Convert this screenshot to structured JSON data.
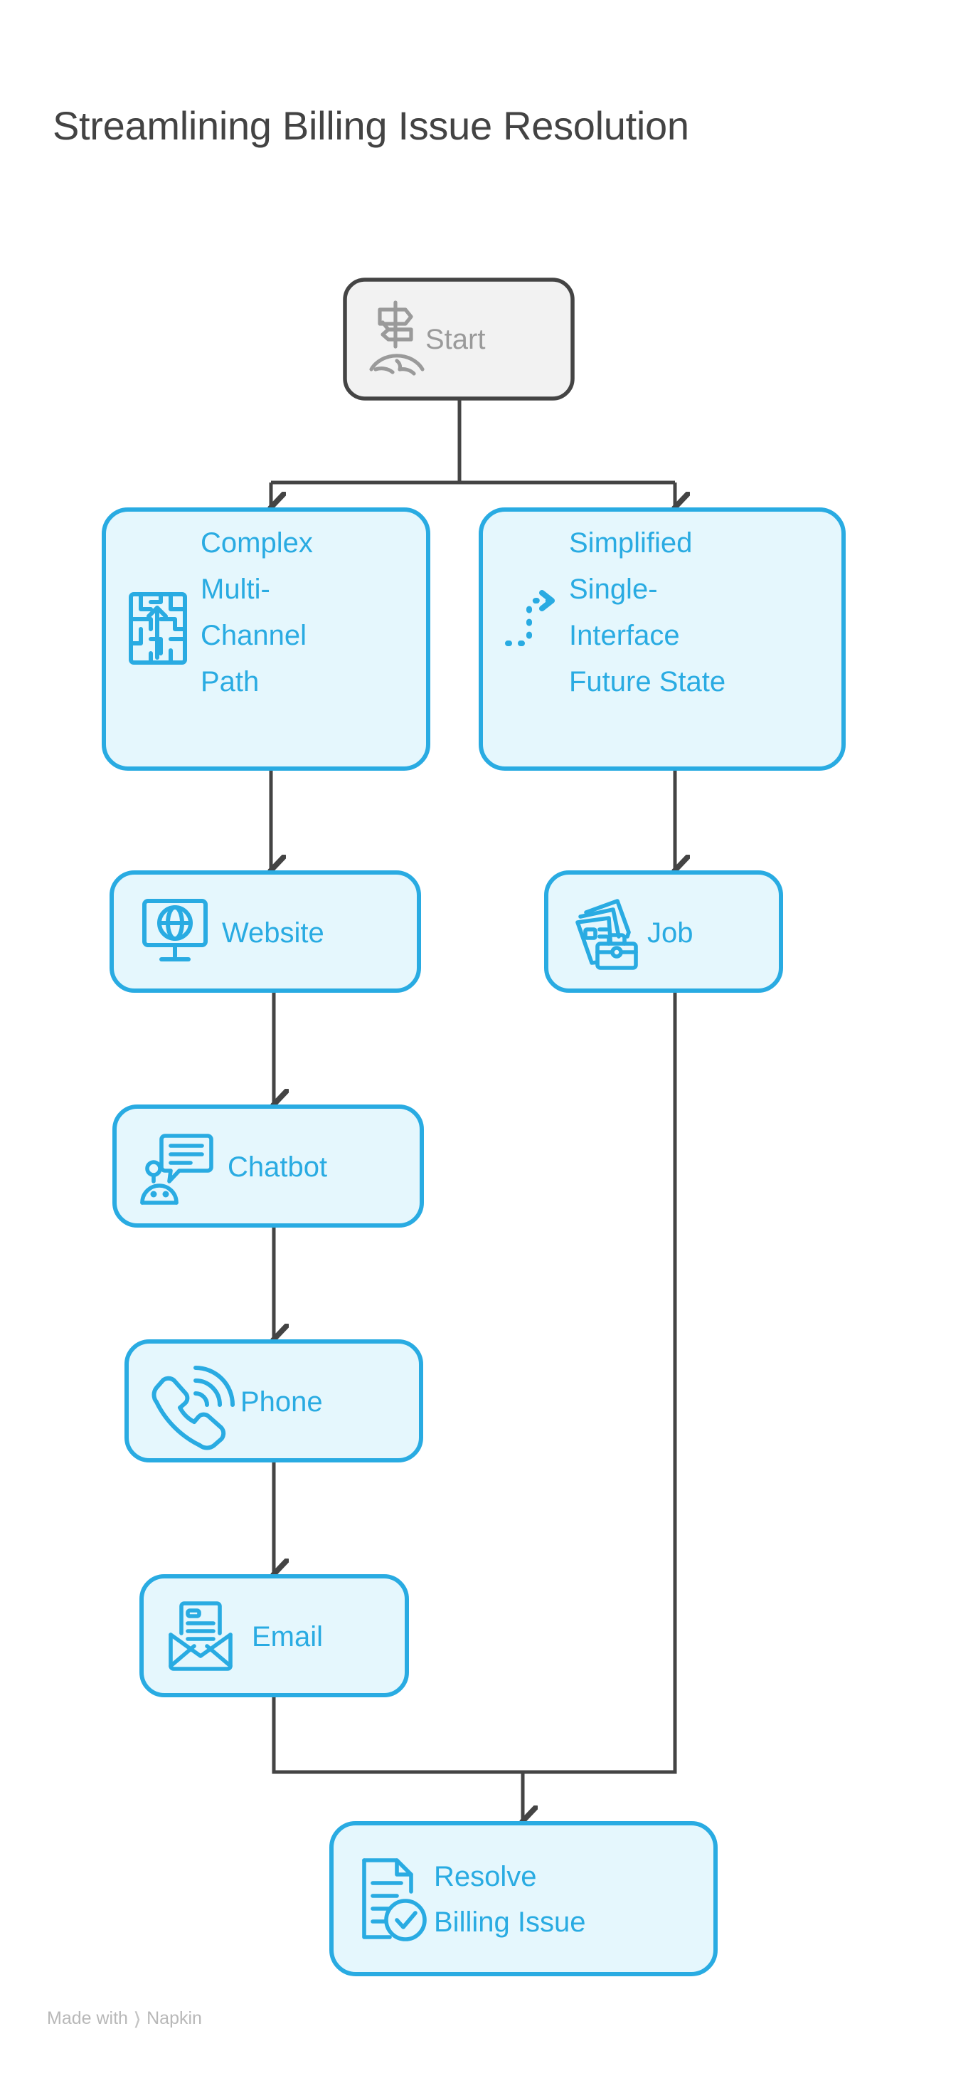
{
  "title": "Streamlining Billing Issue Resolution",
  "colors": {
    "node_border": "#29ABE2",
    "node_fill": "#E5F7FD",
    "start_border": "#444444",
    "start_fill": "#F2F2F2",
    "connector": "#444444",
    "title_text": "#434343",
    "node_text": "#29ABE2",
    "start_text": "#9a9a9a",
    "watermark_text": "#b8b8b8",
    "background": "#FFFFFF"
  },
  "diagram": {
    "type": "flowchart",
    "orientation": "top-down",
    "nodes": [
      {
        "id": "start",
        "label": "Start",
        "label_lines": [
          "Start"
        ],
        "icon": "signpost-icon",
        "style": "start"
      },
      {
        "id": "complex",
        "label": "Complex Multi-Channel Path",
        "label_lines": [
          "Complex",
          "Multi-",
          "Channel",
          "Path"
        ],
        "icon": "maze-icon",
        "style": "branch"
      },
      {
        "id": "future",
        "label": "Simplified Single-Interface Future State",
        "label_lines": [
          "Simplified",
          "Single-",
          "Interface",
          "Future State"
        ],
        "icon": "dashed-arrow-path-icon",
        "style": "branch"
      },
      {
        "id": "website",
        "label": "Website",
        "label_lines": [
          "Website"
        ],
        "icon": "monitor-globe-icon",
        "style": "step"
      },
      {
        "id": "job",
        "label": "Job",
        "label_lines": [
          "Job"
        ],
        "icon": "documents-briefcase-icon",
        "style": "step"
      },
      {
        "id": "chatbot",
        "label": "Chatbot",
        "label_lines": [
          "Chatbot"
        ],
        "icon": "chatbot-icon",
        "style": "step"
      },
      {
        "id": "phone",
        "label": "Phone",
        "label_lines": [
          "Phone"
        ],
        "icon": "phone-ringing-icon",
        "style": "step"
      },
      {
        "id": "email",
        "label": "Email",
        "label_lines": [
          "Email"
        ],
        "icon": "email-envelope-icon",
        "style": "step"
      },
      {
        "id": "resolve",
        "label": "Resolve Billing Issue",
        "label_lines": [
          "Resolve",
          "Billing Issue"
        ],
        "icon": "document-check-icon",
        "style": "end"
      }
    ],
    "edges": [
      {
        "from": "start",
        "to": "complex"
      },
      {
        "from": "start",
        "to": "future"
      },
      {
        "from": "complex",
        "to": "website"
      },
      {
        "from": "future",
        "to": "job"
      },
      {
        "from": "website",
        "to": "chatbot"
      },
      {
        "from": "chatbot",
        "to": "phone"
      },
      {
        "from": "phone",
        "to": "email"
      },
      {
        "from": "email",
        "to": "resolve"
      },
      {
        "from": "job",
        "to": "resolve"
      }
    ]
  },
  "watermark": {
    "prefix": "Made with",
    "brand": "Napkin"
  }
}
